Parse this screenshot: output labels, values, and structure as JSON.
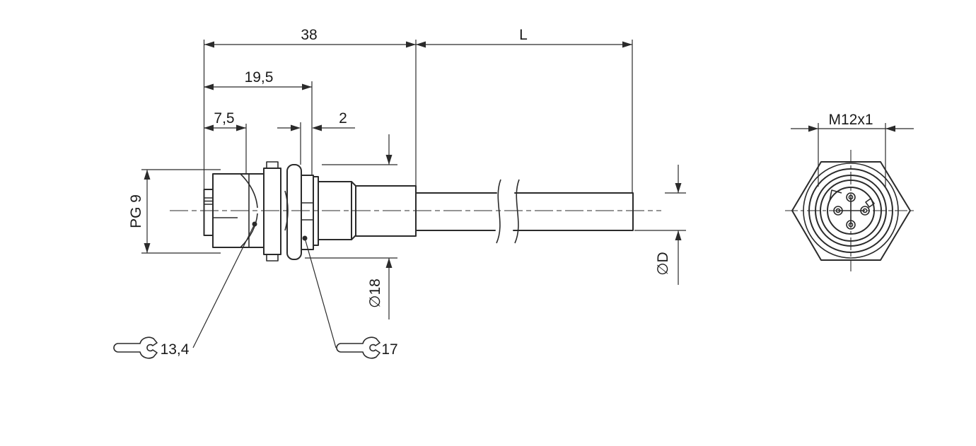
{
  "drawing": {
    "type": "technical-dimension-drawing",
    "views": {
      "side_view": "connector with cable, side elevation",
      "end_view": "connector face, front elevation"
    },
    "dims": {
      "overall": "38",
      "cable_length": "L",
      "body_length": "19,5",
      "front_length": "7,5",
      "seal_thickness": "2",
      "rear_thread": "PG 9",
      "seal_diameter": "∅18",
      "cable_diameter": "∅D",
      "wrench_body": "13,4",
      "wrench_nut": "17",
      "front_thread": "M12x1"
    },
    "colors": {
      "line": "#2b2b2b",
      "background": "#ffffff"
    }
  }
}
